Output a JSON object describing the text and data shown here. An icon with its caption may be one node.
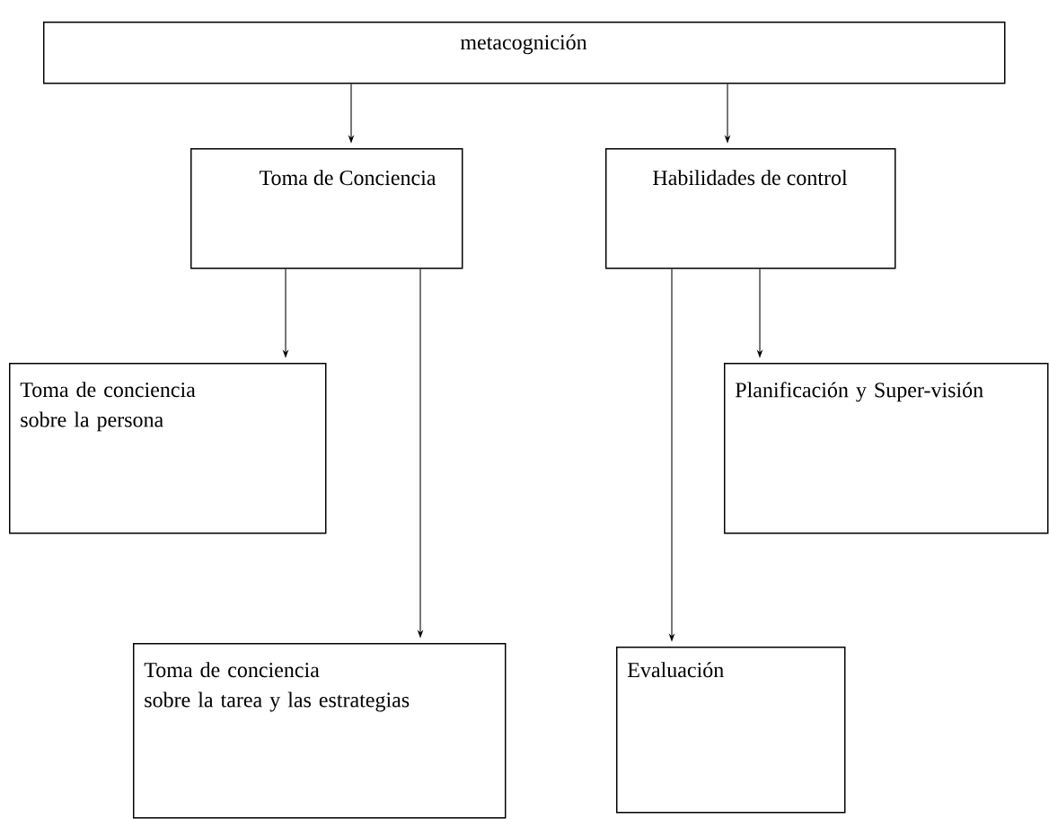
{
  "diagram": {
    "nodes": [
      {
        "text": [
          "metacognición"
        ]
      },
      {
        "text": [
          "Toma de Conciencia"
        ]
      },
      {
        "text": [
          "Habilidades de control"
        ]
      },
      {
        "text": [
          "Toma de conciencia",
          "sobre la persona"
        ]
      },
      {
        "text": [
          "Planificación y Super-visión"
        ]
      },
      {
        "text": [
          "Toma de conciencia",
          "sobre la tarea y las estrategias"
        ]
      },
      {
        "text": [
          "Evaluación"
        ]
      }
    ],
    "edges": [
      {
        "from": 0,
        "to": 1,
        "arrow": "to"
      },
      {
        "from": 0,
        "to": 2,
        "arrow": "to"
      },
      {
        "from": 1,
        "to": 3,
        "arrow": "to"
      },
      {
        "from": 1,
        "to": 5,
        "arrow": "to"
      },
      {
        "from": 2,
        "to": 6,
        "arrow": "to"
      },
      {
        "from": 2,
        "to": 4,
        "arrow": "to"
      }
    ]
  }
}
